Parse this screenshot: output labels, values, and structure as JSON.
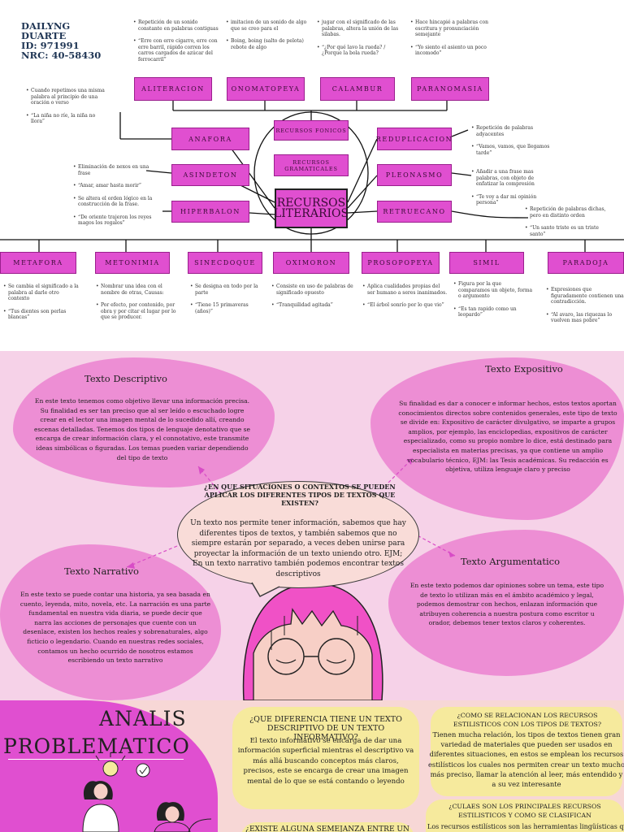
{
  "student": {
    "name1": "DAILYNG",
    "name2": "DUARTE",
    "id": "ID: 971991",
    "nrc": "NRC: 40-58430"
  },
  "map": {
    "center": {
      "line1": "RECURSOS",
      "line2": "LITERARIOS"
    },
    "fonicos": "RECURSOS FONICOS",
    "gramaticales": {
      "line1": "RECURSOS",
      "line2": "GRAMATICALES"
    },
    "top_boxes": [
      "ALITERACION",
      "ONOMATOPEYA",
      "CALAMBUR",
      "PARANOMASIA"
    ],
    "left_boxes": [
      "ANAFORA",
      "ASINDETON",
      "HIPERBALON"
    ],
    "right_boxes": [
      "REDUPLICACION",
      "PLEONASMO",
      "RETRUECANO"
    ],
    "bottom_boxes": [
      "METAFORA",
      "METONIMIA",
      "SINECDOQUE",
      "OXIMORON",
      "PROSOPOPEYA",
      "SIMIL",
      "PARADOJA"
    ]
  },
  "notes": {
    "aliteracion": [
      "Repetición de un sonido constante en palabras contiguas",
      "“Erre con erre cigarro, erre con erre barril, rápido corren los carros cargados de azúcar del ferrocarril”"
    ],
    "onomatopeya": [
      "imitacion de un sonido de algo que se creo para el",
      "Boing, boing (salto de pelota) rebote de algo"
    ],
    "calambur": [
      "jugar con el significado de las palabras, altera la unión de las silabas.",
      "“¿Por qué lavo la rueda? / ¿Porque la bola rueda?"
    ],
    "paranomasia": [
      "Hace hincapié a palabras con escritura y pronunciación semejante",
      "“Yo siento el asiento un poco incomodo”"
    ],
    "anafora": [
      "Cuando repetimos una misma palabra al principio de una oración o verso",
      "“La niña no ríe, la niña no llora”"
    ],
    "asindeton": [
      "Eliminación de nexos en una frase",
      "“Amar, amar hasta morir”"
    ],
    "hiperbalon": [
      "Se altera el orden lógico en la construcción de la frase.",
      "“De oriente trajeron los reyes magos los regalos”"
    ],
    "reduplicacion": [
      "Repetición de palabras adyacentes",
      "“Vamos, vamos, que llegamos tarde”"
    ],
    "pleonasmo": [
      "Añadir a una frase mas palabras, con objeto de enfatizar la compresión",
      "“Te voy a dar mi opinión persona”"
    ],
    "retruecano": [
      "Repetición de palabras dichas, pero en distinto orden",
      "“Un santo triste es un triste santo”"
    ],
    "metafora": [
      "Se cambia el significado a la palabra al darle otro contexto",
      "“Tus dientes son perlas blancas”"
    ],
    "metonimia": [
      "Nombrar una idea con el nombre de otras, Causas:",
      "Por efecto, por contenido, por obra y por citar el lugar por lo que se producer."
    ],
    "sinecdoque": [
      "Se designa en todo por la parte",
      "“Tiene 15 primaveras (años)”"
    ],
    "oximoron": [
      "Consiste en uso de palabras de significado opuesto",
      "“Tranquilidad agitada”"
    ],
    "prosopopeya": [
      "Aplica cualidades propias del ser humano a seres inanimados.",
      "“El árbol sonrío por lo que vio”"
    ],
    "simil": [
      "Figura por la que comparamos un objeto, forma o argumento",
      "“Es tan rapido como un leopardo”"
    ],
    "paradoja": [
      "Expresiones que figuradamente contienen una contradicción.",
      "“Al avaro, las riquezas lo vuelven mas pobre”"
    ]
  },
  "texts": {
    "descriptivo": {
      "title": "Texto Descriptivo",
      "body": "En este texto tenemos como objetivo llevar una información precisa. Su finalidad es ser tan preciso que al ser leído o escuchado logre crear en el lector una imagen mental de lo sucedido allí, creando escenas detalladas. Tenemos dos tipos de lenguaje denotativo que se encarga de crear información clara, y el connotativo, este transmite ideas simbólicas o figuradas. Los temas pueden variar dependiendo del tipo de texto"
    },
    "expositivo": {
      "title": "Texto Expositivo",
      "body": "Su finalidad es dar a conocer e informar hechos, estos textos aportan conocimientos directos sobre contenidos generales, este tipo de texto se divide en: Expositivo de carácter divulgativo, se imparte a grupos amplios, por ejemplo, las enciclopedias, expositivos de carácter especializado, como su propio nombre lo dice, está destinado para especialista en materias precisas, ya que contiene un amplio vocabulario técnico, EJM: las Tesis académicas. Su redacción es objetiva, utiliza lenguaje claro y preciso"
    },
    "narrativo": {
      "title": "Texto Narrativo",
      "body": "En este texto se puede contar una historia, ya sea basada en cuento, leyenda, mito, novela, etc. La narración es una parte fundamental en nuestra vida diaria, se puede decir que narra las acciones de personajes que cuente con un desenlace, existen los hechos reales y sobrenaturales, algo ficticio o legendario. Cuando en nuestras redes sociales, contamos un hecho ocurrido de nosotros estamos escribiendo un texto narrativo"
    },
    "argumentativo": {
      "title": "Texto Argumentatico",
      "body": "En este texto podemos dar opiniones sobre un tema, este tipo de texto lo utilizan más en el ámbito académico y legal, podemos demostrar con hechos, enlazan información que atribuyen coherencia a nuestra postura como escritor u orador, debemos tener textos claros y coherentes."
    },
    "center": {
      "question": "¿EN QUE SITUACIONES O CONTEXTOS SE PUEDEN APLICAR LOS DIFERENTES TIPOS DE TEXTOS QUE EXISTEN?",
      "body": "Un texto nos permite tener información, sabemos que hay diferentes tipos de textos, y también sabemos que no siempre estarán por separado, a veces deben unirse para proyectar la información de un texto uniendo otro. EJM; En un texto narrativo también podemos encontrar textos descriptivos"
    }
  },
  "analysis": {
    "title1": "ANALIS",
    "title2": "PROBLEMATICO",
    "q1": "¿QUE DIFERENCIA TIENE UN TEXTO DESCRIPTIVO DE UN TEXTO INFORMATIVO?",
    "a1": "El texto informativo se encarga de dar una información superficial mientras el descriptivo va más allá buscando conceptos más claros, precisos, este se encarga de crear una imagen mental de lo que se está contando o leyendo",
    "q2": "¿COMO SE RELACIONAN LOS RECURSOS ESTILISTICOS CON LOS TIPOS DE TEXTOS?",
    "a2": "Tienen mucha relación, los tipos de textos tienen gran variedad de materiales que pueden ser usados en diferentes situaciones, en estos se emplean los recursos estilísticos los cuales nos permiten crear un texto mucho más preciso, llamar la atención al leer, más entendido y a su vez interesante",
    "q3": "¿CULAES SON LOS PRINCIPALES RECURSOS ESTILISTICOS Y COMO SE CLASIFICAN",
    "a3": "Los recursos estilísticos son las herramientas lingüísticas que el",
    "q4": "¿EXISTE ALGUNA SEMEJANZA ENTRE UN"
  },
  "colors": {
    "box_pink": "#e04fd0",
    "blob_pink": "#ed8ed4",
    "bg_light_pink": "#f6d2e8",
    "highlight_yellow": "#f6ea9d",
    "title_navy": "#1f3554"
  }
}
